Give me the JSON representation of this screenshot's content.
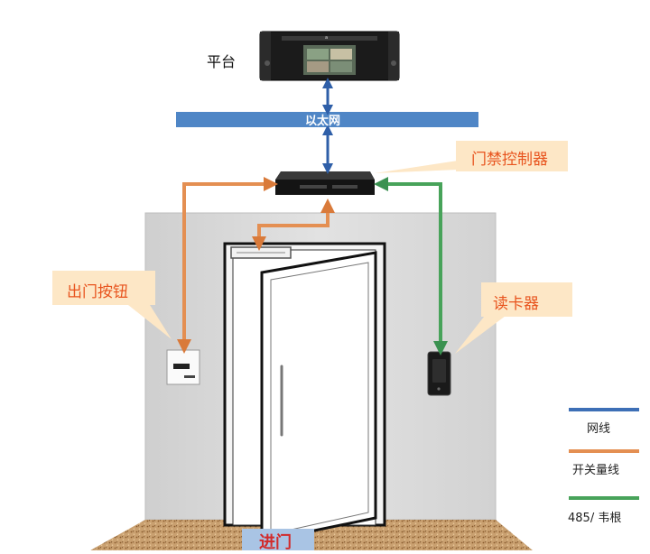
{
  "labels": {
    "platform": "平台",
    "ethernet": "以太网",
    "controller": "门禁控制器",
    "exit_button": "出门按钮",
    "card_reader": "读卡器",
    "enter": "进门"
  },
  "legend": [
    {
      "label": "网线",
      "color": "#3d6fb6"
    },
    {
      "label": "开关量线",
      "color": "#e48f52"
    },
    {
      "label": "485/ 韦根",
      "color": "#48a35a"
    }
  ],
  "colors": {
    "ethernet_bar": "#4f86c6",
    "network_line": "#3d6fb6",
    "switch_line": "#e48f52",
    "rs485_line": "#48a35a",
    "callout_fill": "#fde7c6",
    "callout_text": "#e8541e",
    "wall": "#d7d7d7",
    "enter_fill": "#a9c4e4",
    "enter_text": "#d22b2b"
  }
}
